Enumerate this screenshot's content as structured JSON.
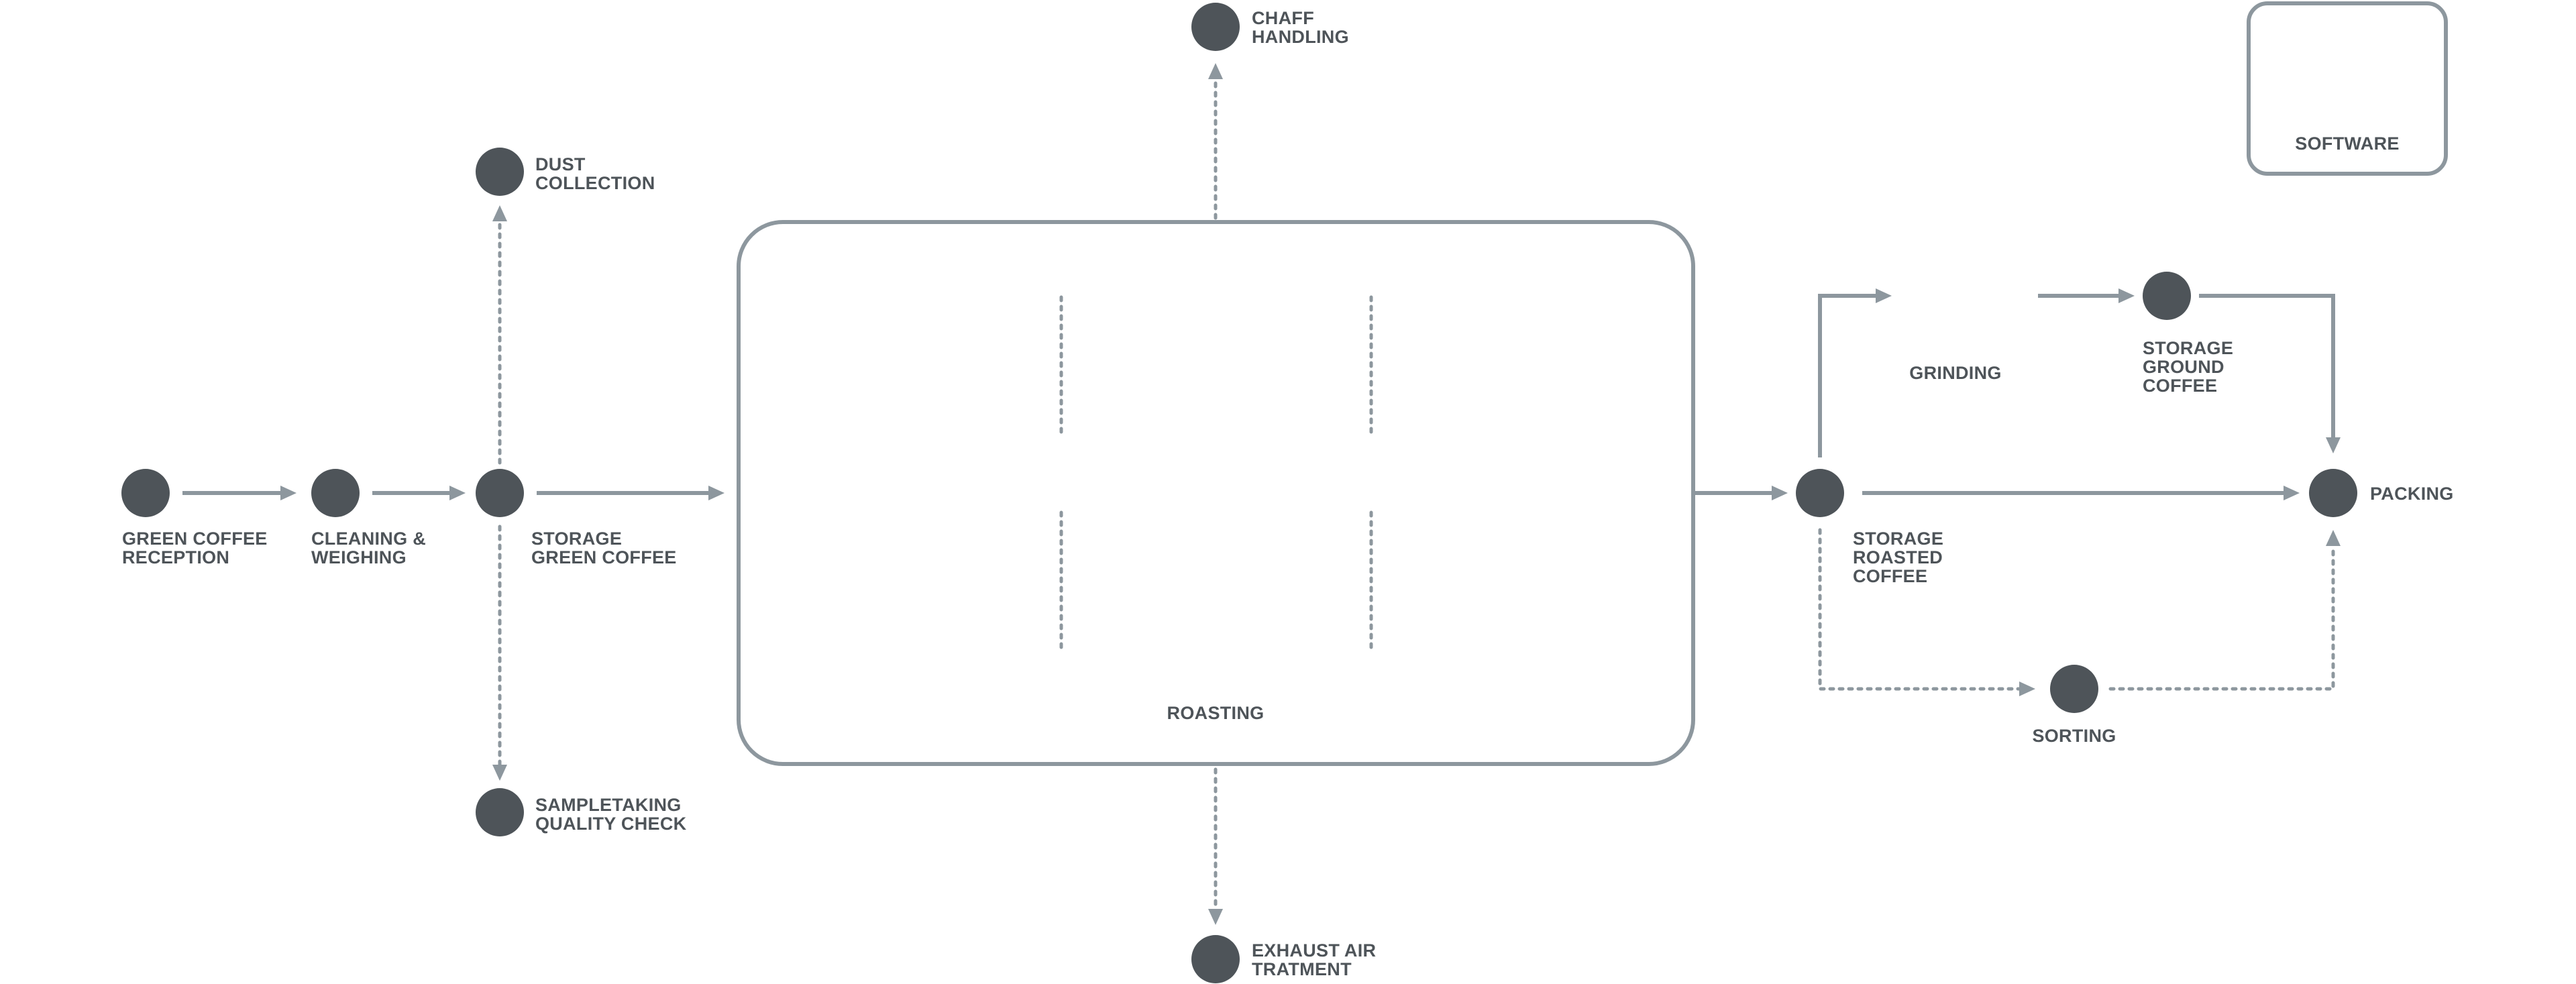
{
  "colors": {
    "node": "#4e5459",
    "line": "#8d979e",
    "text": "#4e5459",
    "background": "#ffffff"
  },
  "labels": {
    "green_coffee_reception": "GREEN COFFEE\nRECEPTION",
    "cleaning_weighing": "CLEANING &\nWEIGHING",
    "storage_green_coffee": "STORAGE\nGREEN COFFEE",
    "dust_collection": "DUST\nCOLLECTION",
    "sampletaking_quality_check": "SAMPLETAKING\nQUALITY CHECK",
    "chaff_handling": "CHAFF\nHANDLING",
    "roasting": "ROASTING",
    "exhaust_air_treatment": "EXHAUST AIR\nTRATMENT",
    "storage_roasted_coffee": "STORAGE\nROASTED\nCOFFEE",
    "grinding": "GRINDING",
    "storage_ground_coffee": "STORAGE\nGROUND\nCOFFEE",
    "packing": "PACKING",
    "sorting": "SORTING",
    "software": "SOFTWARE"
  }
}
